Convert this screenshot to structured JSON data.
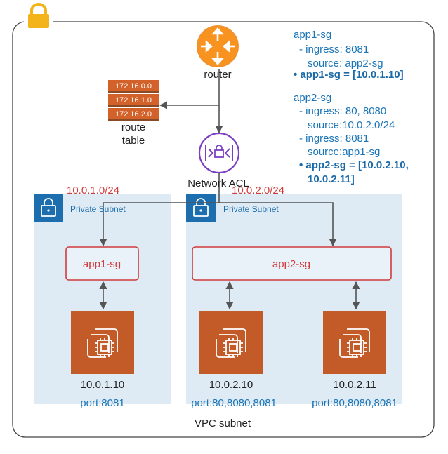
{
  "vpc": {
    "label": "VPC subnet"
  },
  "router": {
    "label": "router"
  },
  "route_table": {
    "entries": [
      "172.16.0.0",
      "172.16.1.0",
      "172.16.2.0"
    ],
    "label_line1": "route",
    "label_line2": "table"
  },
  "nacl": {
    "label": "Network ACL"
  },
  "subnet1": {
    "cidr": "10.0.1.0/24",
    "label": "Private Subnet"
  },
  "subnet2": {
    "cidr": "10.0.2.0/24",
    "label": "Private Subnet"
  },
  "sg1": {
    "label": "app1-sg"
  },
  "sg2": {
    "label": "app2-sg"
  },
  "instances": [
    {
      "ip": "10.0.1.10",
      "ports": "port:8081"
    },
    {
      "ip": "10.0.2.10",
      "ports": "port:80,8080,8081"
    },
    {
      "ip": "10.0.2.11",
      "ports": "port:80,8080,8081"
    }
  ],
  "notes": {
    "app1_title": "app1-sg",
    "app1_ingress": "- ingress: 8081",
    "app1_source": "source: app2-sg",
    "app1_members": "• app1-sg = [10.0.1.10]",
    "app2_title": "app2-sg",
    "app2_ingress1": "- ingress: 80, 8080",
    "app2_source1": "source:10.0.2.0/24",
    "app2_ingress2": "- ingress: 8081",
    "app2_source2": "source:app1-sg",
    "app2_members_line1": "• app2-sg = [10.0.2.10,",
    "app2_members_line2": "10.0.2.11]"
  },
  "colors": {
    "subnet_fill": "#deebf4",
    "aws_blue": "#1c6eae",
    "orange": "#c8612d",
    "sg_red": "#d13b3b",
    "nacl_purple": "#7b3fc4",
    "text_blue": "#1b75b7",
    "lock_yellow": "#f3b31b"
  },
  "icons": {
    "vpc_lock": "padlock-icon",
    "router": "router-icon",
    "nacl": "network-acl-icon",
    "subnet": "padlock-icon",
    "instance": "ec2-chip-icon"
  }
}
